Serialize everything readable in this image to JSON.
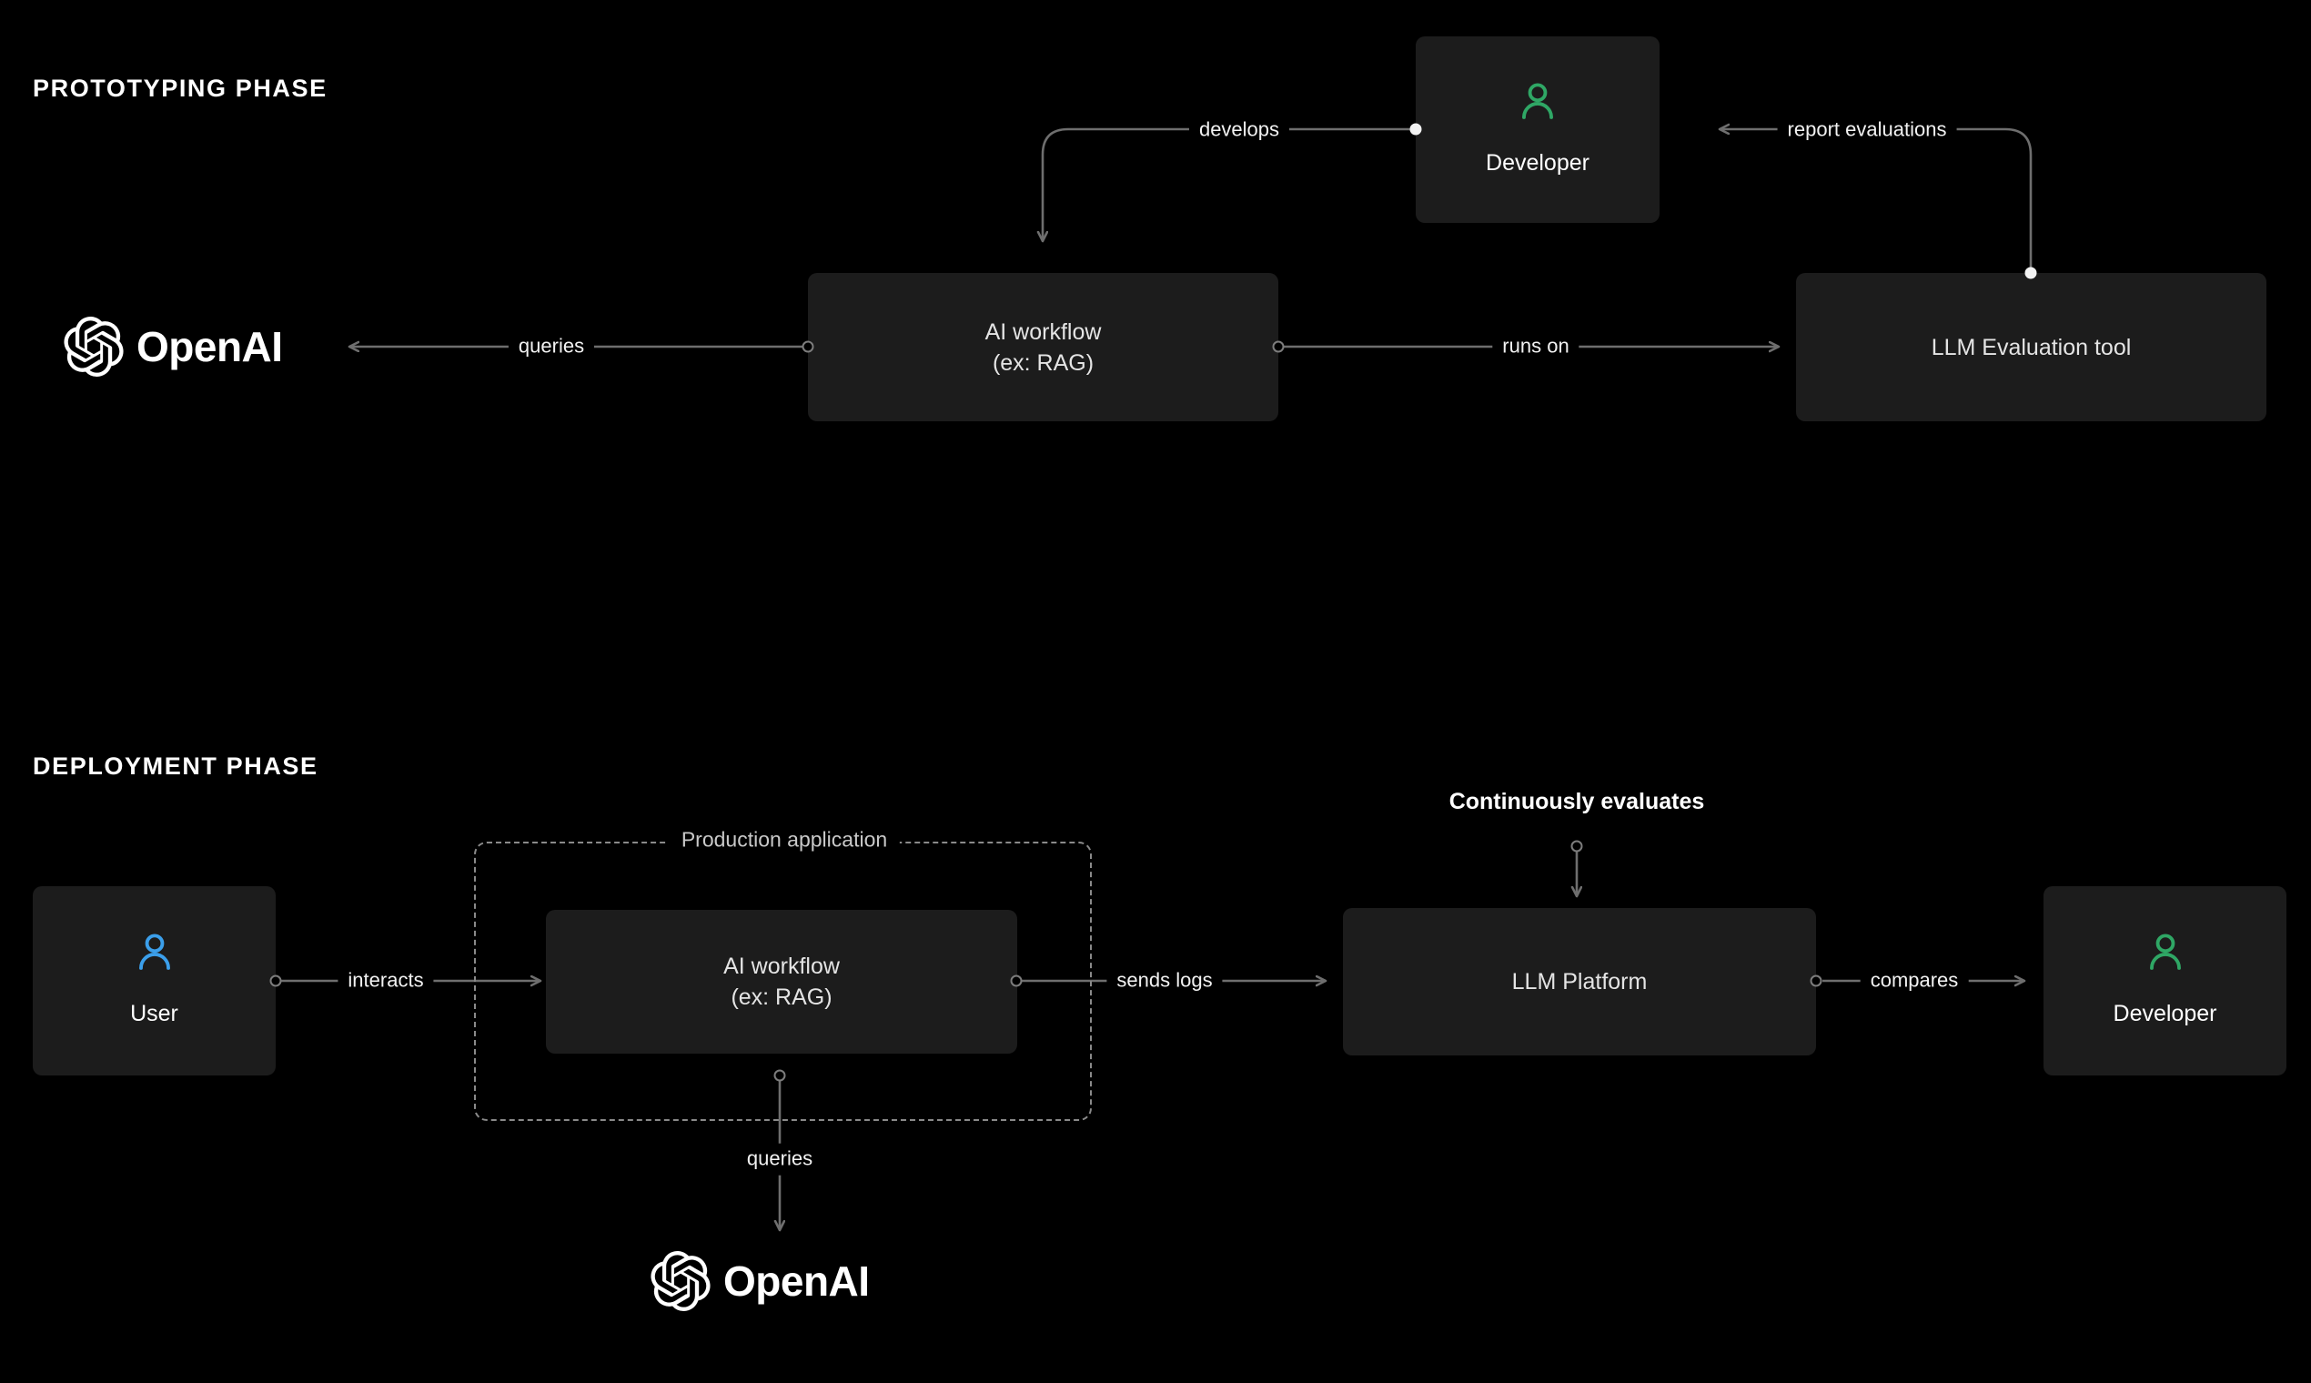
{
  "theme": {
    "background": "#000000",
    "node_fill": "#1c1c1c",
    "edge_stroke": "#6e6e6e",
    "text_primary": "#ffffff",
    "text_secondary": "#e4e4e4",
    "developer_icon_color": "#2FA765",
    "user_icon_color": "#3B9FEB",
    "dashed_border": "#8a8a8a"
  },
  "phases": [
    {
      "id": "prototyping",
      "title": "PROTOTYPING PHASE"
    },
    {
      "id": "deployment",
      "title": "DEPLOYMENT PHASE"
    }
  ],
  "prototyping": {
    "nodes": {
      "openai": {
        "label": "OpenAI",
        "icon": "openai-logo"
      },
      "ai_workflow": {
        "label": "AI workflow\n(ex: RAG)"
      },
      "developer": {
        "label": "Developer",
        "icon": "person-icon"
      },
      "eval_tool": {
        "label": "LLM Evaluation tool"
      }
    },
    "edges": [
      {
        "id": "queries",
        "label": "queries",
        "from": "ai_workflow",
        "to": "openai"
      },
      {
        "id": "runs-on",
        "label": "runs on",
        "from": "ai_workflow",
        "to": "eval_tool"
      },
      {
        "id": "develops",
        "label": "develops",
        "from": "developer",
        "to": "ai_workflow"
      },
      {
        "id": "report-evaluations",
        "label": "report evaluations",
        "from": "eval_tool",
        "to": "developer"
      }
    ]
  },
  "deployment": {
    "group": {
      "title": "Production application"
    },
    "nodes": {
      "user": {
        "label": "User",
        "icon": "person-icon"
      },
      "ai_workflow": {
        "label": "AI workflow\n(ex: RAG)"
      },
      "llm_platform": {
        "label": "LLM Platform"
      },
      "developer": {
        "label": "Developer",
        "icon": "person-icon"
      },
      "openai": {
        "label": "OpenAI",
        "icon": "openai-logo"
      }
    },
    "edges": [
      {
        "id": "interacts",
        "label": "interacts",
        "from": "user",
        "to": "ai_workflow"
      },
      {
        "id": "sends-logs",
        "label": "sends logs",
        "from": "ai_workflow",
        "to": "llm_platform"
      },
      {
        "id": "compares",
        "label": "compares",
        "from": "llm_platform",
        "to": "developer"
      },
      {
        "id": "queries",
        "label": "queries",
        "from": "ai_workflow",
        "to": "openai"
      },
      {
        "id": "continuously-evaluates",
        "label": "Continuously evaluates",
        "to": "llm_platform"
      }
    ]
  }
}
